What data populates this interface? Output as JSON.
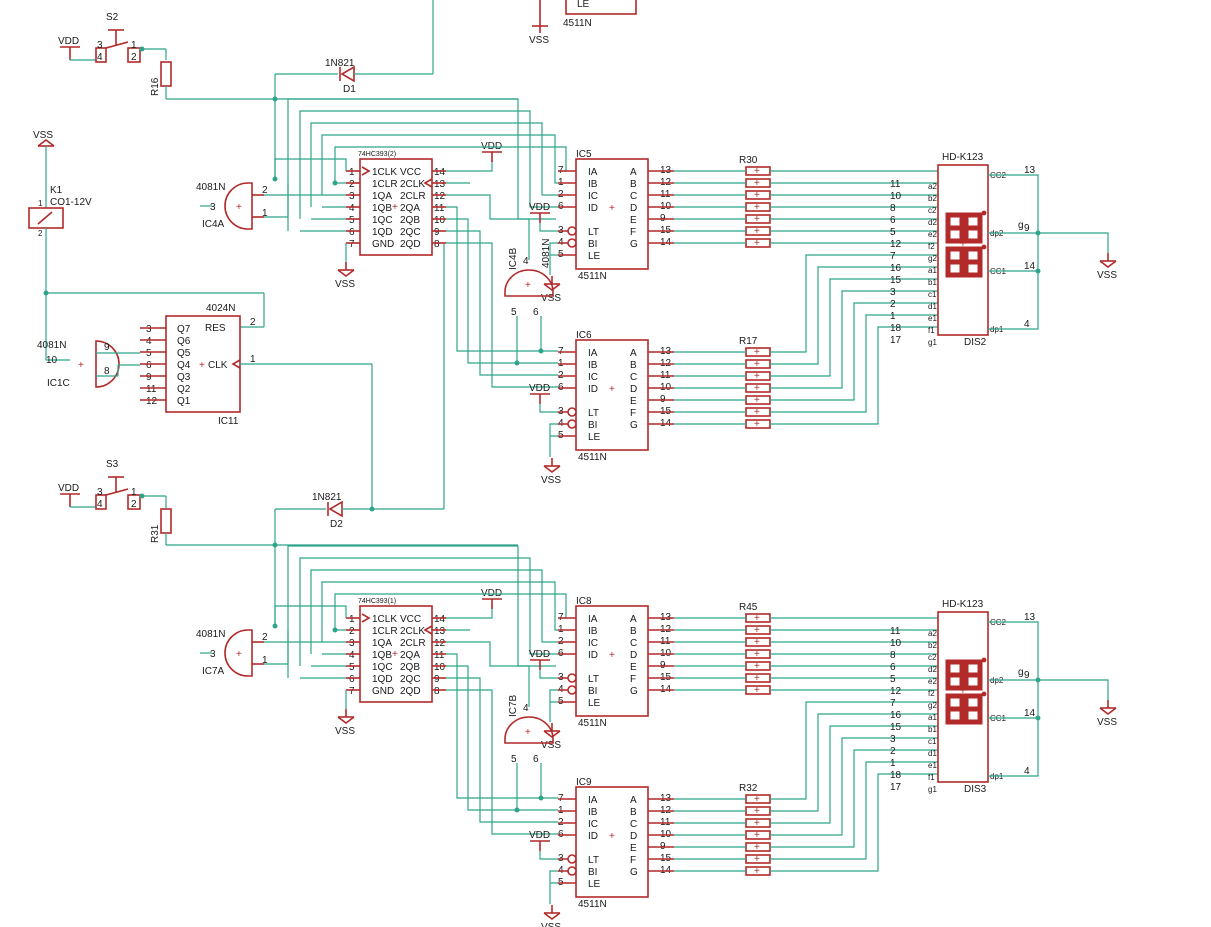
{
  "supplies": {
    "vdd": "VDD",
    "vss": "VSS"
  },
  "switches": {
    "s2": "S2",
    "s3": "S3",
    "pin3": "3",
    "pin4": "4",
    "pin1": "1",
    "pin2": "2"
  },
  "resistors": {
    "r16": "R16",
    "r31": "R31",
    "r30": "R30",
    "r17": "R17",
    "r45": "R45",
    "r32": "R32"
  },
  "diodes": {
    "d1_part": "1N821",
    "d1": "D1",
    "d2_part": "1N821",
    "d2": "D2"
  },
  "relay": {
    "name": "K1",
    "part": "CO1-12V",
    "p1": "1",
    "p2": "2"
  },
  "counter": {
    "part": "4024N",
    "name": "IC11",
    "res": "RES",
    "clk": "CLK",
    "outputs": [
      "Q7",
      "Q6",
      "Q5",
      "Q4",
      "Q3",
      "Q2",
      "Q1"
    ],
    "pins": [
      "3",
      "4",
      "5",
      "6",
      "9",
      "11",
      "12"
    ],
    "res_pin": "2",
    "clk_pin": "1"
  },
  "gates": {
    "ic4a": {
      "part": "4081N",
      "name": "IC4A",
      "pins": [
        "2",
        "1",
        "3"
      ]
    },
    "ic7a": {
      "part": "4081N",
      "name": "IC7A",
      "pins": [
        "2",
        "1",
        "3"
      ]
    },
    "ic1c": {
      "part": "4081N",
      "name": "IC1C",
      "pins": [
        "9",
        "8",
        "10"
      ]
    },
    "ic4b": {
      "part": "4081N",
      "name": "IC4B",
      "pins": [
        "5",
        "6",
        "4"
      ]
    },
    "ic7b": {
      "name": "IC7B",
      "pins": [
        "5",
        "6",
        "4"
      ]
    }
  },
  "counters393": {
    "top": {
      "part": "74HC393(2)"
    },
    "bot": {
      "part": "74HC393(1)"
    },
    "left": [
      "1CLK",
      "1CLR",
      "1QA",
      "1QB",
      "1QC",
      "1QD",
      "GND"
    ],
    "right": [
      "VCC",
      "2CLK",
      "2CLR",
      "2QA",
      "2QB",
      "2QC",
      "2QD"
    ],
    "lpins": [
      "1",
      "2",
      "3",
      "4",
      "5",
      "6",
      "7"
    ],
    "rpins": [
      "14",
      "13",
      "12",
      "11",
      "10",
      "9",
      "8"
    ]
  },
  "decoders": {
    "part": "4511N",
    "names": {
      "ic5": "IC5",
      "ic6": "IC6",
      "ic8": "IC8",
      "ic9": "IC9"
    },
    "left": [
      "IA",
      "IB",
      "IC",
      "ID",
      "LT",
      "BI",
      "LE"
    ],
    "right": [
      "A",
      "B",
      "C",
      "D",
      "E",
      "F",
      "G"
    ],
    "lpins": [
      "7",
      "1",
      "2",
      "6",
      "3",
      "4",
      "5"
    ],
    "rpins": [
      "13",
      "12",
      "11",
      "10",
      "9",
      "15",
      "14"
    ],
    "top_label": "LE"
  },
  "displays": {
    "part": "HD-K123",
    "dis2": "DIS2",
    "dis3": "DIS3",
    "left_labels": [
      "a2",
      "b2",
      "c2",
      "d2",
      "e2",
      "f2",
      "g2",
      "a1",
      "b1",
      "c1",
      "d1",
      "e1",
      "f1",
      "g1"
    ],
    "left_pins": [
      "11",
      "10",
      "8",
      "6",
      "5",
      "12",
      "7",
      "16",
      "15",
      "3",
      "2",
      "1",
      "18",
      "17"
    ],
    "right_labels": [
      "CC2",
      "dp2",
      "CC1",
      "dp1"
    ],
    "right_pins": [
      "13",
      "9",
      "14",
      "4"
    ],
    "right_net": "g"
  }
}
